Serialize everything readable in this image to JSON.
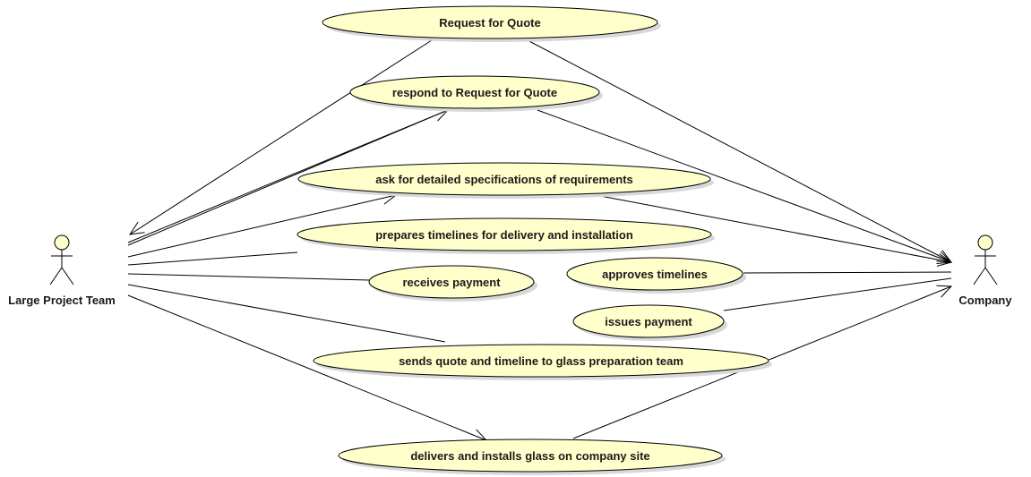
{
  "actors": {
    "left": {
      "name": "Large Project Team"
    },
    "right": {
      "name": "Company"
    }
  },
  "use_cases": {
    "request_for_quote": "Request for Quote",
    "respond_to_rfq": "respond to Request for Quote",
    "ask_specifications": "ask for detailed specifications of requirements",
    "prepares_timelines": "prepares timelines for delivery and installation",
    "receives_payment": "receives payment",
    "approves_timelines": "approves timelines",
    "issues_payment": "issues payment",
    "sends_quote_timeline": "sends quote and timeline to glass preparation team",
    "delivers_installs": "delivers and installs glass on company site"
  },
  "colors": {
    "use_case_fill": "#ffffcc",
    "stroke": "#000000",
    "shadow": "#d8d8d8"
  }
}
